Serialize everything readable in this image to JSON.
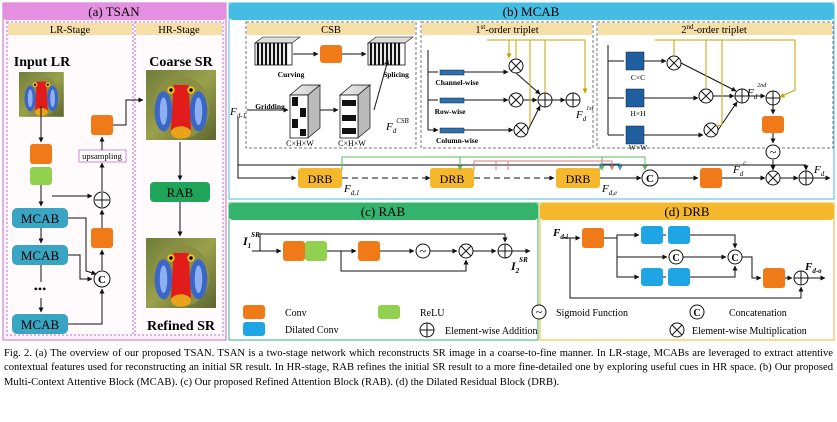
{
  "panels": {
    "tsan": "(a) TSAN",
    "mcab": "(b) MCAB",
    "rab": "(c) RAB",
    "drb": "(d) DRB"
  },
  "tsan": {
    "lr_stage": "LR-Stage",
    "hr_stage": "HR-Stage",
    "input_lr": "Input LR",
    "coarse_sr": "Coarse SR",
    "refined_sr": "Refined SR",
    "upsampling": "upsampling",
    "mcab_label": "MCAB",
    "rab_label": "RAB",
    "ellipsis": "•••",
    "concat_symbol": "C"
  },
  "mcab": {
    "csb": "CSB",
    "first_order": "1",
    "first_order_sup": "st",
    "first_order_rest": "-order triplet",
    "second_order": "2",
    "second_order_sup": "nd",
    "second_order_rest": "-order triplet",
    "curving": "Curving",
    "splicing": "Splicing",
    "gridding": "Gridding",
    "cxhxw_1": "C×H×W",
    "cxhxw_2": "C×H×W",
    "channel_wise": "Channel-wise",
    "row_wise": "Row-wise",
    "column_wise": "Column-wise",
    "cxc": "C×C",
    "hxh": "H×H",
    "wxw": "W×W",
    "f_in": "F",
    "f_in_sub": "d-1",
    "f_csb": "F",
    "f_csb_sub": "d",
    "f_csb_sup": "CSB",
    "f_1st": "F",
    "f_1st_sub": "d",
    "f_1st_sup": "1st",
    "f_2nd": "F",
    "f_2nd_sub": "d",
    "f_2nd_sup": "2nd",
    "f_c": "F",
    "f_c_sub": "d",
    "f_c_sup": "c",
    "f_out": "F",
    "f_out_sub": "d",
    "f_d1": "F",
    "f_d1_sub": "d,1",
    "f_de": "F",
    "f_de_sub": "d,e",
    "drb": "DRB",
    "concat_symbol": "C"
  },
  "rab": {
    "i1": "I",
    "i1_sub": "1",
    "i1_sup": "SR",
    "i2": "I",
    "i2_sub": "2",
    "i2_sup": "SR"
  },
  "drb": {
    "f_in": "F",
    "f_in_sub": "d-i",
    "f_out": "F",
    "f_out_sub": "d-o",
    "concat_symbol": "C"
  },
  "legend": {
    "conv": "Conv",
    "relu": "ReLU",
    "dilated_conv": "Dilated Conv",
    "sigmoid": "Sigmoid Function",
    "concat": "Concatenation",
    "addition": "Element-wise Addition",
    "multiplication": "Element-wise Multiplication",
    "sigmoid_symbol": "~",
    "concat_symbol": "C"
  },
  "caption": {
    "text": "Fig. 2.  (a) The overview of our proposed TSAN. TSAN is a two-stage network which reconstructs SR image in a coarse-to-fine manner. In LR-stage, MCABs are leveraged to extract attentive contextual features used for reconstructing an initial SR result. In HR-stage, RAB refines the initial SR result to a more fine-detailed one by exploring useful cues in HR space. (b) Our proposed Multi-Context Attentive Block (MCAB). (c) Our proposed Refined Attention Block (RAB). (d) the Dilated Residual Block (DRB)."
  },
  "colors": {
    "conv": "#f07a17",
    "relu": "#92d050",
    "dilated_conv": "#1ea6e4",
    "block_teal": "#3aa5c2",
    "rab_green": "#1fa55a",
    "tsan_header": "#e58fe0",
    "mcab_header": "#45bde3",
    "rab_header": "#33b36b",
    "drb_header": "#f5b72c",
    "stage_header": "#f6dfa6"
  }
}
